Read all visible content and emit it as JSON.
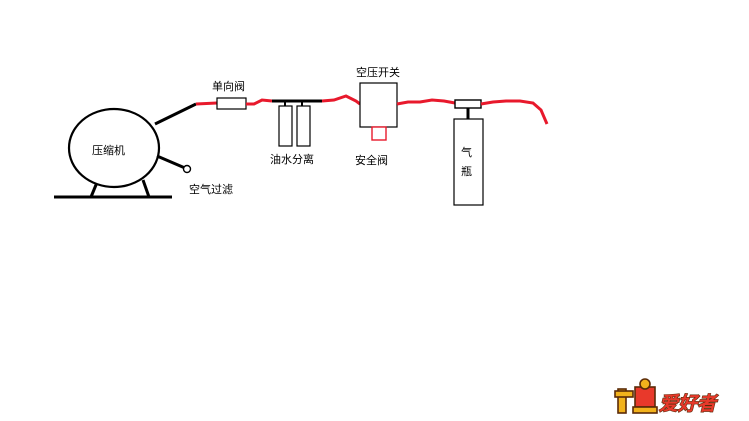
{
  "labels": {
    "compressor": "压缩机",
    "check_valve": "单向阀",
    "separator": "油水分离",
    "pressure_switch": "空压开关",
    "safety_valve": "安全阀",
    "air_filter": "空气过滤",
    "cylinder_line1": "气",
    "cylinder_line2": "瓶"
  },
  "logo": {
    "text": "爱好者",
    "accent_color": "#e8392b",
    "gold_color": "#f2b21c"
  },
  "colors": {
    "pipe_red": "#e8192c",
    "pipe_black": "#000000"
  }
}
